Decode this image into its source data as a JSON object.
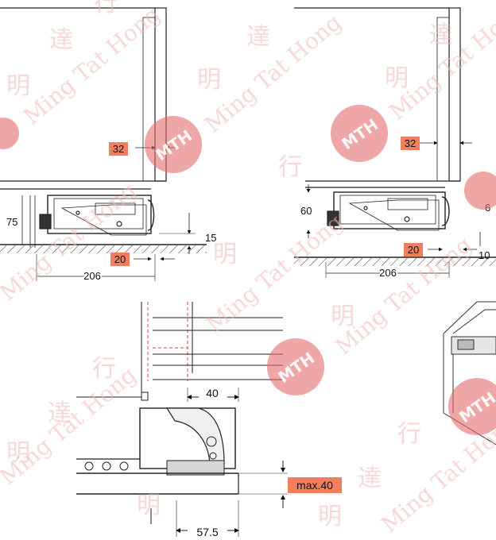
{
  "watermark": {
    "latin": "Ming Tat Hong",
    "cjk_1": "明",
    "cjk_2": "達",
    "cjk_3": "行",
    "logo": "MTH",
    "color": "#f2b6b6",
    "logo_color": "#e46a6a"
  },
  "badge_color": "#ef7f5f",
  "left_drawer": {
    "badge_top": "32",
    "badge_bottom": "20",
    "dim_height": "75",
    "dim_gap": "15",
    "dim_depth": "206"
  },
  "right_drawer": {
    "badge_top": "32",
    "badge_bottom": "20",
    "dim_height": "60",
    "dim_side": "10",
    "dim_depth": "206",
    "dim_cut": "6"
  },
  "hinge_detail": {
    "dim_top": "40",
    "badge_max": "max.40",
    "dim_bottom": "57.5"
  }
}
